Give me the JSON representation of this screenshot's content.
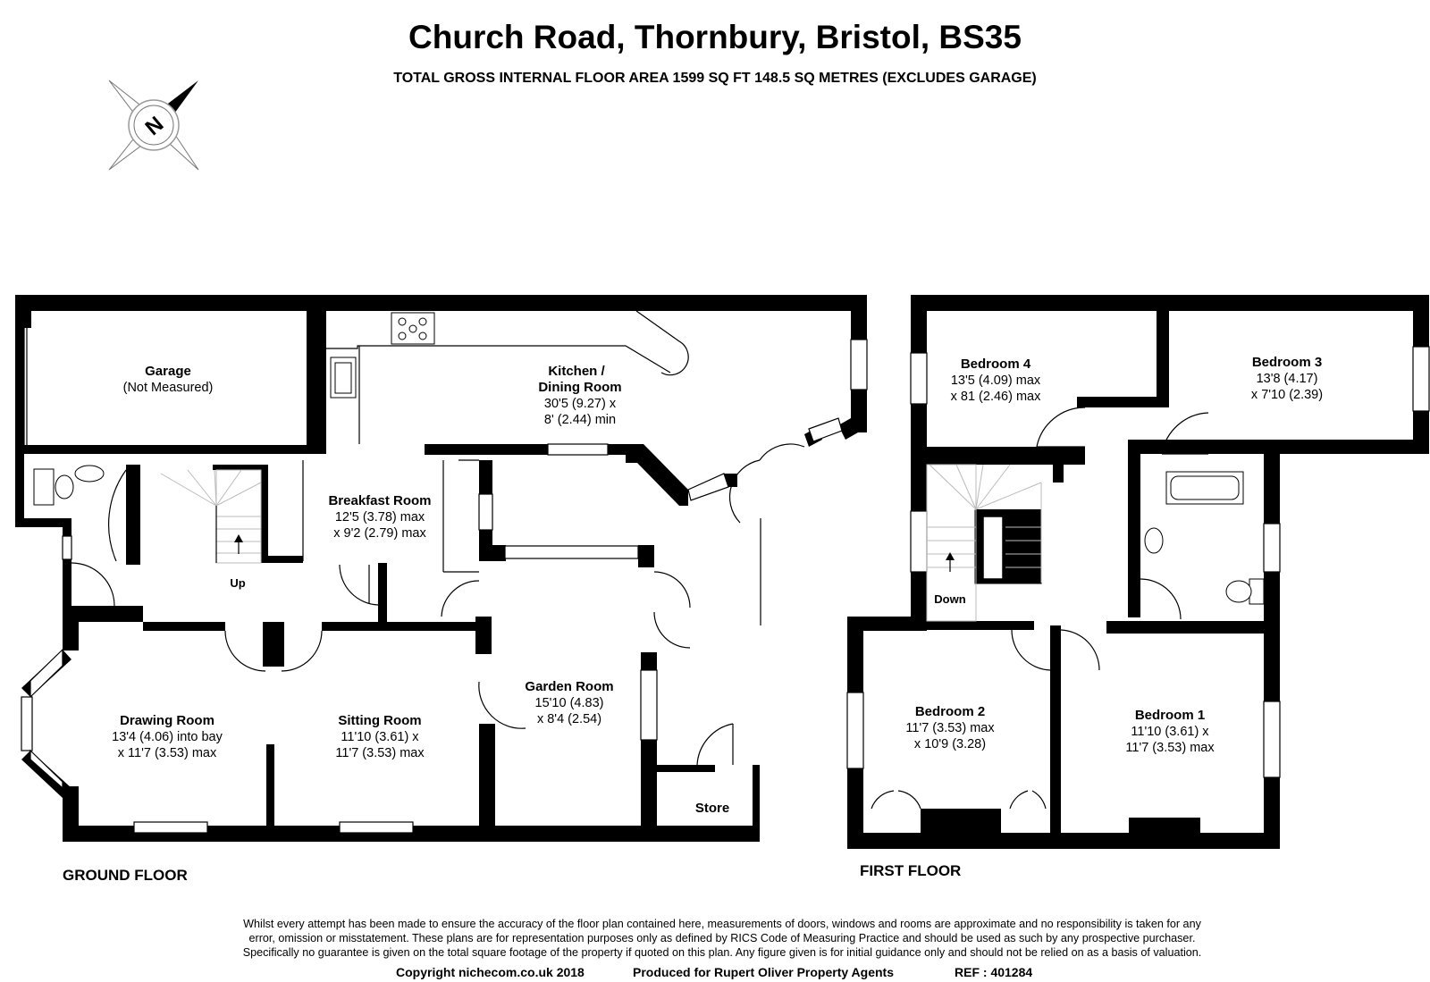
{
  "header": {
    "title": "Church Road, Thornbury, Bristol, BS35",
    "subtitle": "TOTAL GROSS INTERNAL FLOOR AREA 1599 SQ FT 148.5 SQ METRES (EXCLUDES GARAGE)"
  },
  "compass": {
    "letter": "N",
    "icon": "north-compass-icon"
  },
  "ground_floor": {
    "label": "GROUND FLOOR",
    "stairs_label": "Up",
    "rooms": {
      "garage": {
        "name": "Garage",
        "dim1": "(Not Measured)"
      },
      "kitchen": {
        "name": "Kitchen /",
        "name2": "Dining Room",
        "dim1": "30'5 (9.27) x",
        "dim2": "8' (2.44) min"
      },
      "breakfast": {
        "name": "Breakfast Room",
        "dim1": "12'5 (3.78) max",
        "dim2": "x 9'2 (2.79) max"
      },
      "drawing": {
        "name": "Drawing Room",
        "dim1": "13'4 (4.06) into bay",
        "dim2": "x 11'7 (3.53) max"
      },
      "sitting": {
        "name": "Sitting Room",
        "dim1": "11'10 (3.61) x",
        "dim2": "11'7 (3.53) max"
      },
      "garden": {
        "name": "Garden Room",
        "dim1": "15'10 (4.83)",
        "dim2": "x 8'4 (2.54)"
      },
      "store": {
        "name": "Store"
      }
    }
  },
  "first_floor": {
    "label": "FIRST FLOOR",
    "stairs_label": "Down",
    "rooms": {
      "bed4": {
        "name": "Bedroom 4",
        "dim1": "13'5 (4.09) max",
        "dim2": "x 81 (2.46) max"
      },
      "bed3": {
        "name": "Bedroom 3",
        "dim1": "13'8 (4.17)",
        "dim2": "x 7'10 (2.39)"
      },
      "bed2": {
        "name": "Bedroom 2",
        "dim1": "11'7 (3.53) max",
        "dim2": "x 10'9 (3.28)"
      },
      "bed1": {
        "name": "Bedroom 1",
        "dim1": "11'10 (3.61) x",
        "dim2": "11'7 (3.53) max"
      }
    }
  },
  "footer": {
    "disclaimer1": "Whilst every attempt has been made to ensure the accuracy of the floor plan contained here, measurements of doors, windows and rooms are approximate and no responsibility is taken for any",
    "disclaimer2": "error, omission or misstatement. These plans are for representation purposes only as defined by RICS Code of Measuring Practice and should be used as such by any prospective purchaser.",
    "disclaimer3": "Specifically no guarantee is given on the total square footage of the property if quoted on this plan. Any figure given is for initial guidance only and should not be relied on as a basis of valuation.",
    "copyright": "Copyright nichecom.co.uk 2018",
    "produced": "Produced for Rupert Oliver Property Agents",
    "ref": "REF : 401284"
  }
}
